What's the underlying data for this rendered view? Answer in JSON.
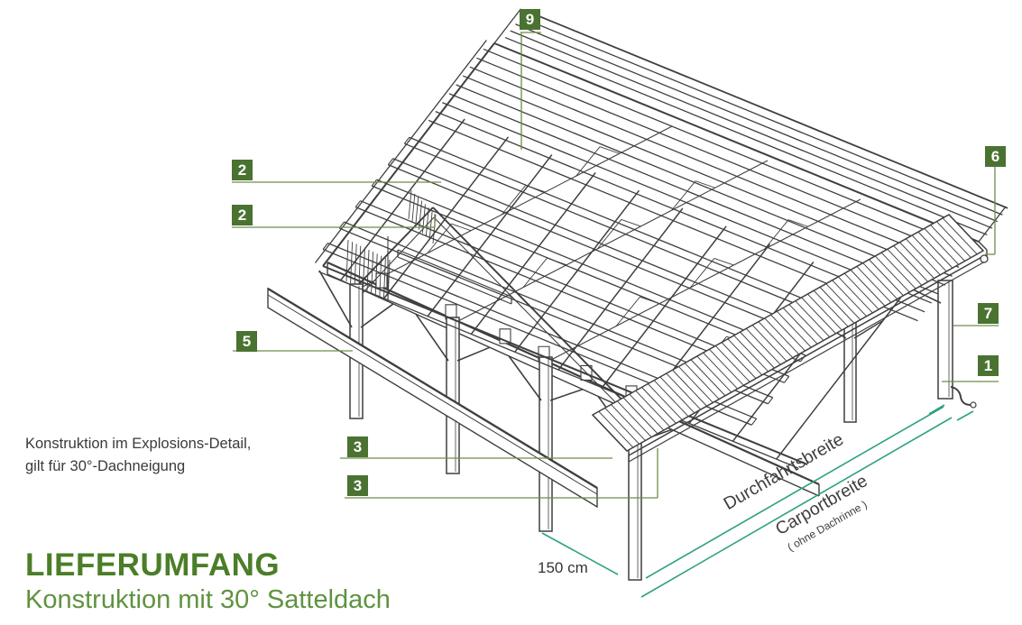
{
  "header": {
    "title": "LIEFERUMFANG",
    "subtitle": "Konstruktion mit 30° Satteldach"
  },
  "note": {
    "line1": "Konstruktion im Explosions-Detail,",
    "line2": "gilt für 30°-Dachneigung"
  },
  "dimensions": {
    "post_spacing": "150 cm",
    "drive_width": "Durchfahrtsbreite",
    "carport_width": "Carportbreite",
    "carport_width_note": "( ohne Dachrinne )"
  },
  "badges": [
    {
      "label": "9"
    },
    {
      "label": "2"
    },
    {
      "label": "2"
    },
    {
      "label": "5"
    },
    {
      "label": "3"
    },
    {
      "label": "3"
    },
    {
      "label": "6"
    },
    {
      "label": "7"
    },
    {
      "label": "1"
    }
  ],
  "colors": {
    "badge_green": "#4a7231",
    "callout_line": "#6f8c4c",
    "dimension_teal": "#2da184",
    "title_green": "#4b7e28",
    "subtitle_green": "#5f9340",
    "ink": "#3f3f3f"
  }
}
